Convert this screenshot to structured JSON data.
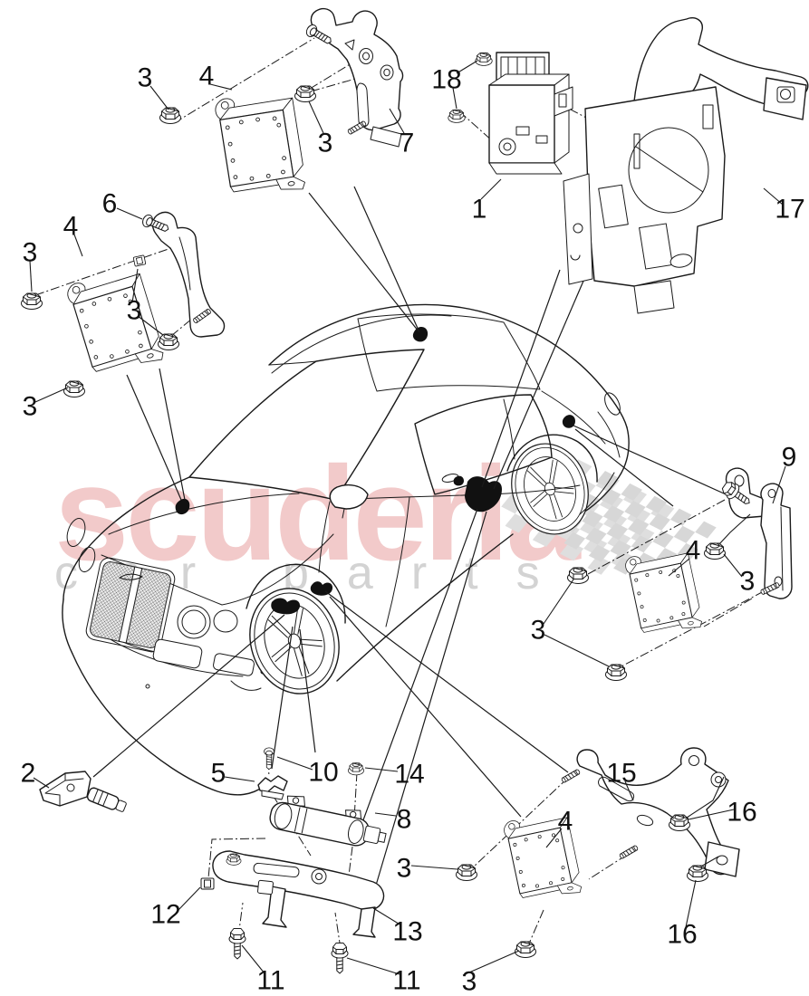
{
  "watermark": {
    "title": "scuderia",
    "subtitle_word1": "car",
    "subtitle_word2": "parts",
    "title_color": "#f2caca",
    "subtitle_color": "#d3d3d3"
  },
  "colors": {
    "background": "#ffffff",
    "line": "#1a1a1a",
    "checker_flag": "#dedede"
  },
  "callouts": [
    {
      "label": "3",
      "part": "flange-nut"
    },
    {
      "label": "4",
      "part": "control-module"
    },
    {
      "label": "3",
      "part": "flange-nut"
    },
    {
      "label": "7",
      "part": "mounting-bracket"
    },
    {
      "label": "18",
      "part": "flange-nut"
    },
    {
      "label": "1",
      "part": "control-unit"
    },
    {
      "label": "17",
      "part": "mounting-bracket"
    },
    {
      "label": "6",
      "part": "screw"
    },
    {
      "label": "4",
      "part": "control-module"
    },
    {
      "label": "3",
      "part": "flange-nut"
    },
    {
      "label": "3",
      "part": "flange-nut"
    },
    {
      "label": "3",
      "part": "flange-nut"
    },
    {
      "label": "2",
      "part": "tire-pressure-sensor"
    },
    {
      "label": "9",
      "part": "mounting-bracket"
    },
    {
      "label": "4",
      "part": "control-module"
    },
    {
      "label": "3",
      "part": "flange-nut"
    },
    {
      "label": "3",
      "part": "flange-nut"
    },
    {
      "label": "5",
      "part": "retaining-clamp"
    },
    {
      "label": "10",
      "part": "screw"
    },
    {
      "label": "14",
      "part": "nut"
    },
    {
      "label": "8",
      "part": "antenna-module"
    },
    {
      "label": "3",
      "part": "flange-nut"
    },
    {
      "label": "13",
      "part": "support-bracket"
    },
    {
      "label": "12",
      "part": "clip"
    },
    {
      "label": "11",
      "part": "flange-bolt"
    },
    {
      "label": "11",
      "part": "flange-bolt"
    },
    {
      "label": "3",
      "part": "flange-nut"
    },
    {
      "label": "15",
      "part": "mounting-bracket"
    },
    {
      "label": "16",
      "part": "flange-nut"
    },
    {
      "label": "16",
      "part": "flange-nut"
    },
    {
      "label": "4",
      "part": "control-module"
    }
  ]
}
